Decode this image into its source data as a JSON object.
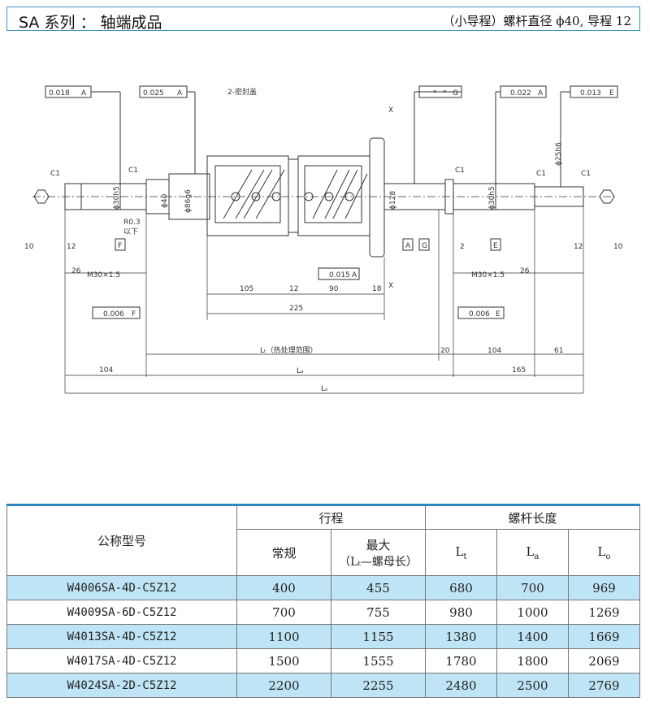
{
  "header": {
    "title": "SA 系列 ： 轴端成品",
    "spec": "（小导程）螺杆直径 ϕ40, 导程 12"
  },
  "drawing": {
    "tol_boxes": [
      "0.018",
      "A",
      "0.025",
      "A",
      "*",
      "*",
      "G",
      "0.022",
      "A",
      "0.013",
      "E",
      "0.015",
      "A",
      "0.006",
      "F",
      "0.006",
      "E"
    ],
    "labels": {
      "c1": "C1",
      "seal": "2-密封盖",
      "d_left": "ϕ30h5",
      "d_flange": "ϕ40",
      "d_nut": "ϕ86g6",
      "d_plate": "ϕ128",
      "d_right": "ϕ30h5",
      "d_end": "ϕ25h6",
      "r": "R0.3",
      "r2": "以下",
      "thread_l": "M30×1.5",
      "thread_r": "M30×1.5",
      "ref_f": "F",
      "ref_a": "A",
      "ref_g": "G",
      "ref_e": "E",
      "x": "X",
      "lt": "Lₜ（热处理范围）",
      "la": "Lₐ",
      "lo": "Lₒ"
    },
    "dims": {
      "d10l": "10",
      "d12l": "12",
      "d26l": "26",
      "d105": "105",
      "d12m": "12",
      "d90": "90",
      "d18": "18",
      "d225": "225",
      "d2": "2",
      "d26r": "26",
      "d12r": "12",
      "d10r": "10",
      "d104l": "104",
      "d20": "20",
      "d104r": "104",
      "d61": "61",
      "d165": "165"
    }
  },
  "table": {
    "headers": {
      "model": "公称型号",
      "stroke": "行程",
      "normal": "常规",
      "max": "最大",
      "max_sub": "（Lₜ—螺母长）",
      "length": "螺杆长度",
      "lt": "L",
      "lt_sub": "t",
      "la": "L",
      "la_sub": "a",
      "lo": "L",
      "lo_sub": "o"
    },
    "rows": [
      {
        "model": "W4006SA-4D-C5Z12",
        "normal": "400",
        "max": "455",
        "lt": "680",
        "la": "700",
        "lo": "969"
      },
      {
        "model": "W4009SA-6D-C5Z12",
        "normal": "700",
        "max": "755",
        "lt": "980",
        "la": "1000",
        "lo": "1269"
      },
      {
        "model": "W4013SA-4D-C5Z12",
        "normal": "1100",
        "max": "1155",
        "lt": "1380",
        "la": "1400",
        "lo": "1669"
      },
      {
        "model": "W4017SA-4D-C5Z12",
        "normal": "1500",
        "max": "1555",
        "lt": "1780",
        "la": "1800",
        "lo": "2069"
      },
      {
        "model": "W4024SA-2D-C5Z12",
        "normal": "2200",
        "max": "2255",
        "lt": "2480",
        "la": "2500",
        "lo": "2769"
      }
    ]
  }
}
